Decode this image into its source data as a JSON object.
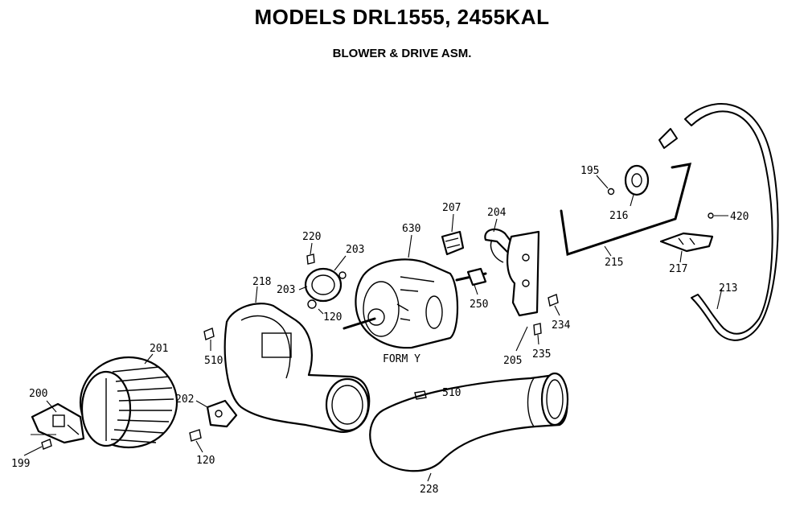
{
  "header": {
    "title": "MODELS DRL1555, 2455KAL",
    "subtitle": "BLOWER & DRIVE ASM."
  },
  "labels": {
    "l199": "199",
    "l200": "200",
    "l201": "201",
    "l202": "202",
    "l120a": "120",
    "l510a": "510",
    "l218": "218",
    "l220": "220",
    "l203a": "203",
    "l203b": "203",
    "l120b": "120",
    "l630": "630",
    "l207": "207",
    "l204": "204",
    "l250": "250",
    "l205": "205",
    "l234": "234",
    "l235": "235",
    "l195": "195",
    "l216": "216",
    "l215": "215",
    "l217": "217",
    "l420": "420",
    "l213": "213",
    "l510b": "510",
    "l228": "228",
    "form": "FORM Y"
  }
}
